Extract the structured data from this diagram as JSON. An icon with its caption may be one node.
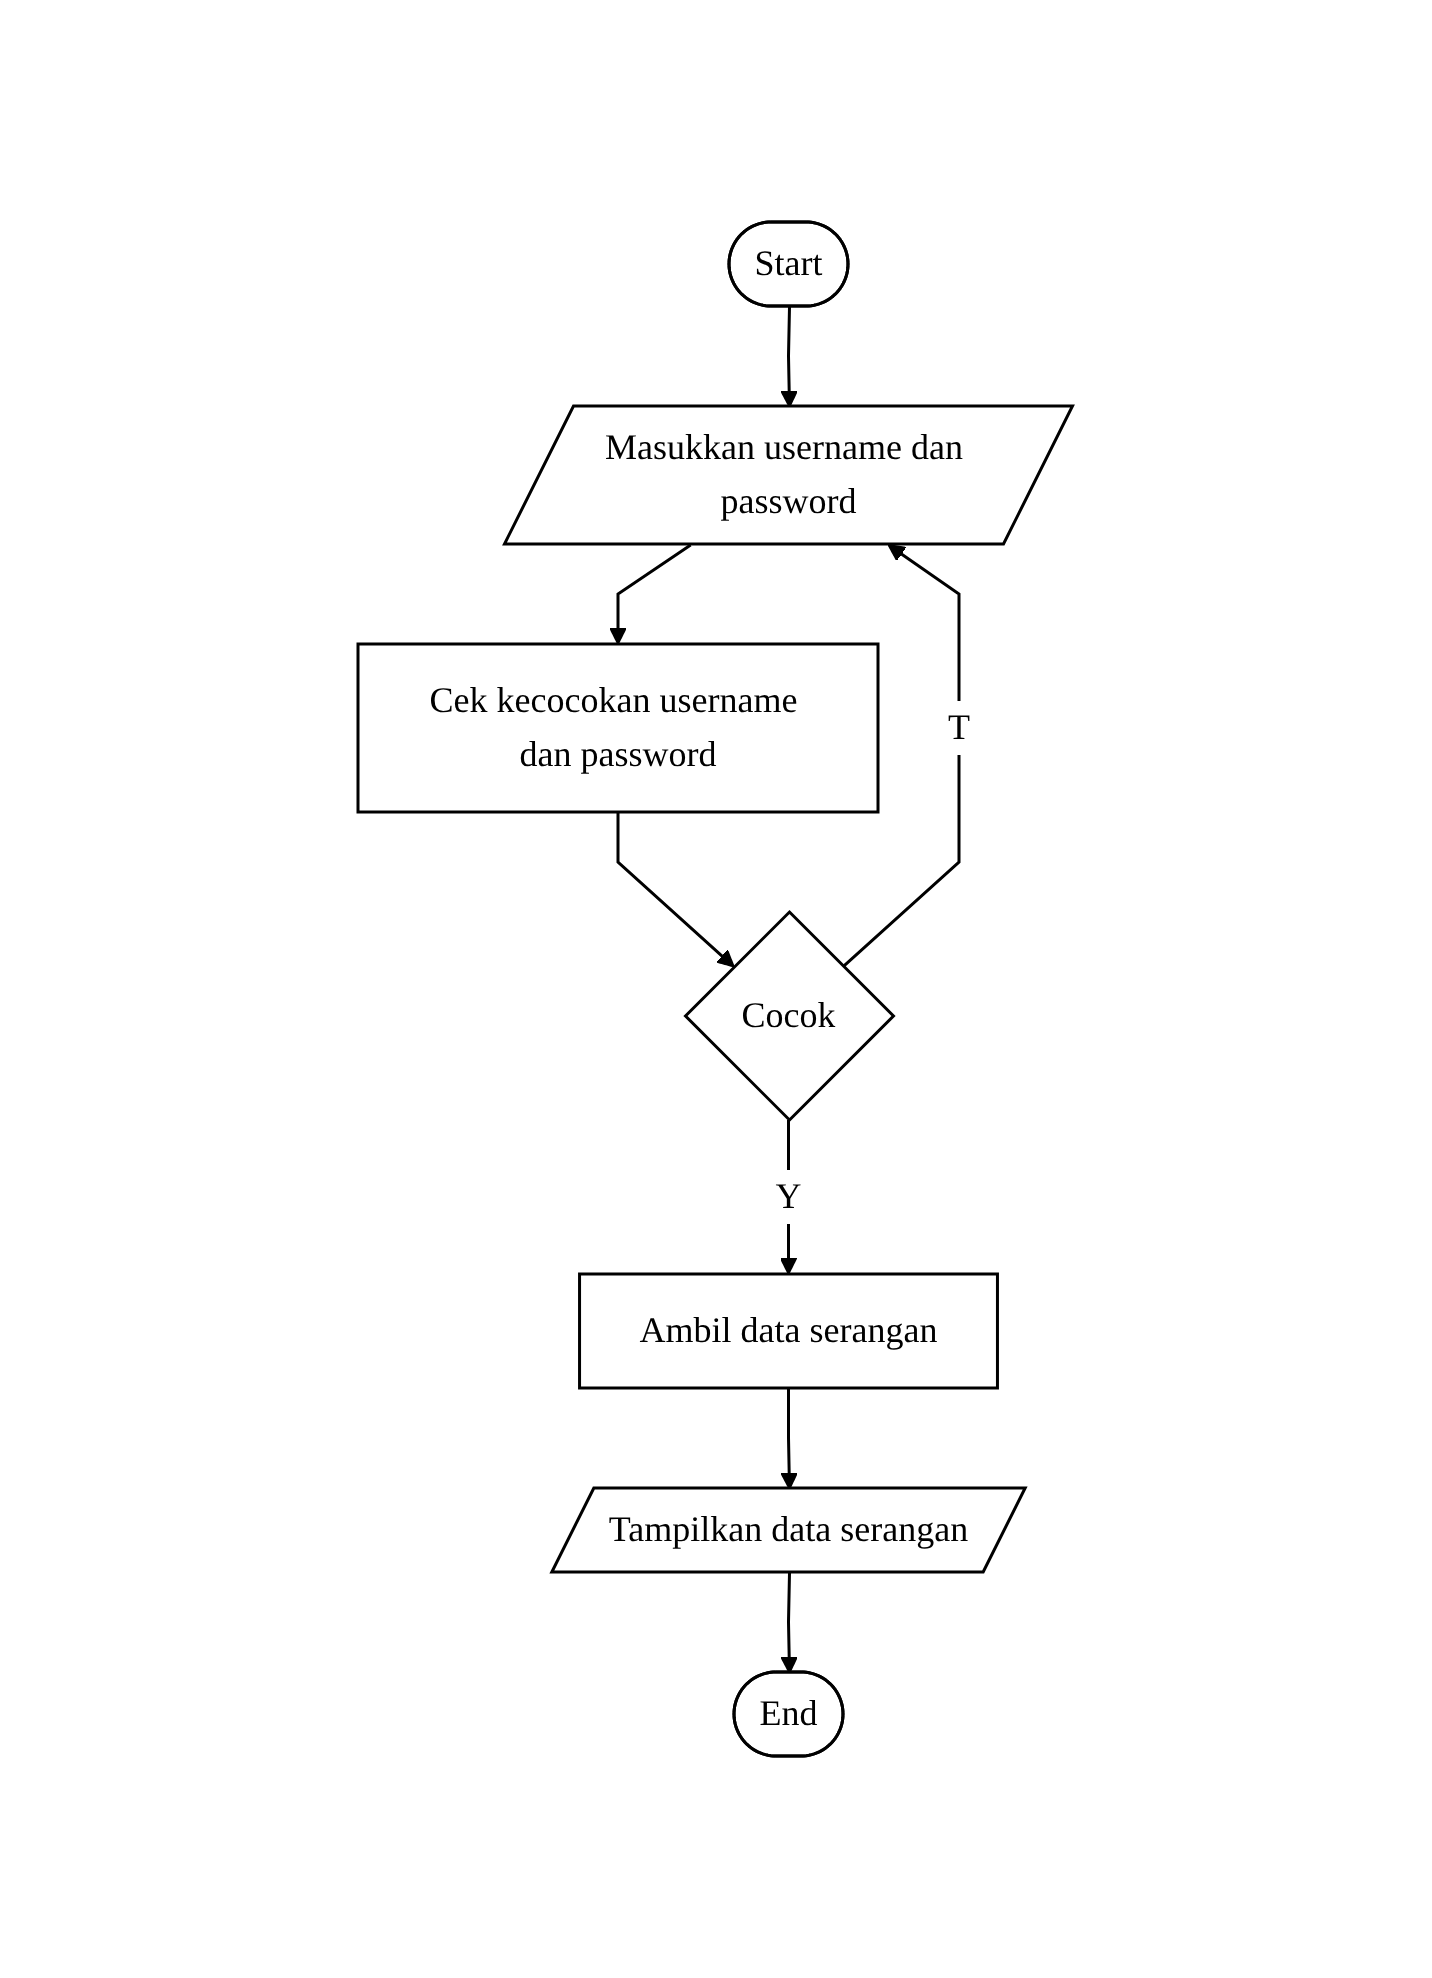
{
  "diagram": {
    "nodes": [
      {
        "text": [
          "Start"
        ]
      },
      {
        "text": [
          "Masukkan username dan password"
        ]
      },
      {
        "text": [
          "Cek kecocokan username dan password"
        ]
      },
      {
        "text": [
          "Cocok"
        ]
      },
      {
        "text": [
          "Ambil data serangan"
        ]
      },
      {
        "text": [
          "Tampilkan data serangan"
        ]
      },
      {
        "text": [
          "End"
        ]
      }
    ],
    "edges": [
      {
        "from": 0,
        "to": 1,
        "arrow": "to"
      },
      {
        "from": 1,
        "to": 2,
        "arrow": "to"
      },
      {
        "from": 2,
        "to": 3,
        "arrow": "to"
      },
      {
        "from": 3,
        "to": 4,
        "arrow": "to",
        "label": "Y"
      },
      {
        "from": 3,
        "to": 1,
        "arrow": "to",
        "label": "T"
      },
      {
        "from": 4,
        "to": 5,
        "arrow": "to"
      },
      {
        "from": 5,
        "to": 6,
        "arrow": "to"
      }
    ]
  }
}
